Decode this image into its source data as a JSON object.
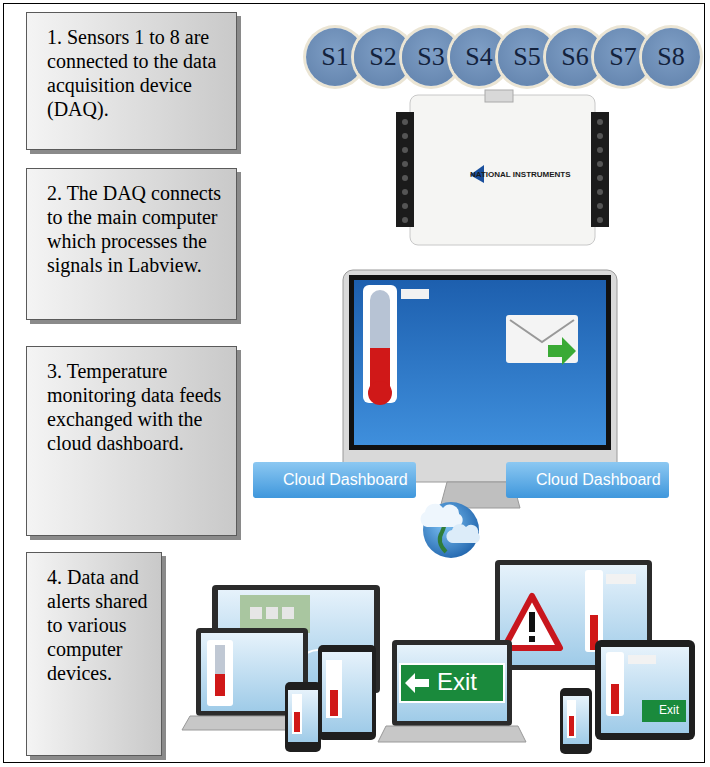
{
  "diagram": {
    "nodes": [
      {
        "text": [
          "1. Sensors 1 to 8 are connected to the data acquisition device (DAQ)."
        ]
      },
      {
        "text": [
          "2. The DAQ connects to the main computer which processes the signals in Labview."
        ]
      },
      {
        "text": [
          "3. Temperature monitoring data feeds exchanged with the cloud dashboard."
        ]
      },
      {
        "text": [
          "4. Data and alerts shared to various computer devices."
        ]
      },
      {
        "text": [
          "S1"
        ]
      },
      {
        "text": [
          "S2"
        ]
      },
      {
        "text": [
          "S3"
        ]
      },
      {
        "text": [
          "S4"
        ]
      },
      {
        "text": [
          "S5"
        ]
      },
      {
        "text": [
          "S6"
        ]
      },
      {
        "text": [
          "S7"
        ]
      },
      {
        "text": [
          "S8"
        ]
      },
      {
        "text": [
          "Cloud Dashboard"
        ]
      },
      {
        "text": [
          "Cloud Dashboard"
        ]
      }
    ],
    "labels": [
      "NATIONAL INSTRUMENTS",
      "Exit",
      "Exit"
    ]
  }
}
